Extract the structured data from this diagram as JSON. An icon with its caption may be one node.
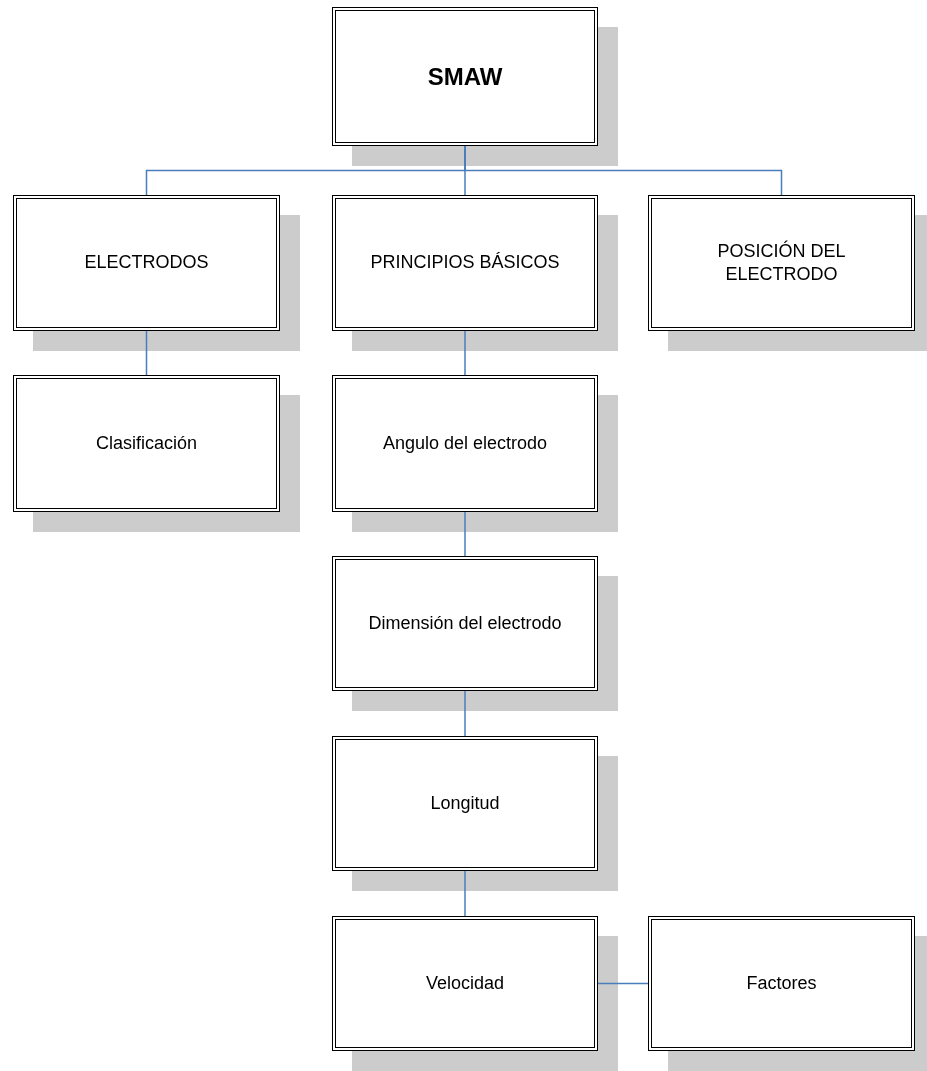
{
  "diagram": {
    "nodes": [
      {
        "text": [
          "SMAW"
        ]
      },
      {
        "text": [
          "ELECTRODOS"
        ]
      },
      {
        "text": [
          "PRINCIPIOS BÁSICOS"
        ]
      },
      {
        "text": [
          "POSICIÓN DEL ELECTRODO"
        ]
      },
      {
        "text": [
          "Clasificación"
        ]
      },
      {
        "text": [
          "Angulo del electrodo"
        ]
      },
      {
        "text": [
          "Dimensión del electrodo"
        ]
      },
      {
        "text": [
          "Longitud"
        ]
      },
      {
        "text": [
          "Velocidad"
        ]
      },
      {
        "text": [
          "Factores"
        ]
      }
    ],
    "edges": [
      {
        "from": 0,
        "to": 1,
        "arrow": "none"
      },
      {
        "from": 0,
        "to": 2,
        "arrow": "none"
      },
      {
        "from": 0,
        "to": 3,
        "arrow": "none"
      },
      {
        "from": 1,
        "to": 4,
        "arrow": "none"
      },
      {
        "from": 2,
        "to": 5,
        "arrow": "none"
      },
      {
        "from": 5,
        "to": 6,
        "arrow": "none"
      },
      {
        "from": 6,
        "to": 7,
        "arrow": "none"
      },
      {
        "from": 7,
        "to": 8,
        "arrow": "none"
      },
      {
        "from": 8,
        "to": 9,
        "arrow": "none"
      }
    ]
  }
}
